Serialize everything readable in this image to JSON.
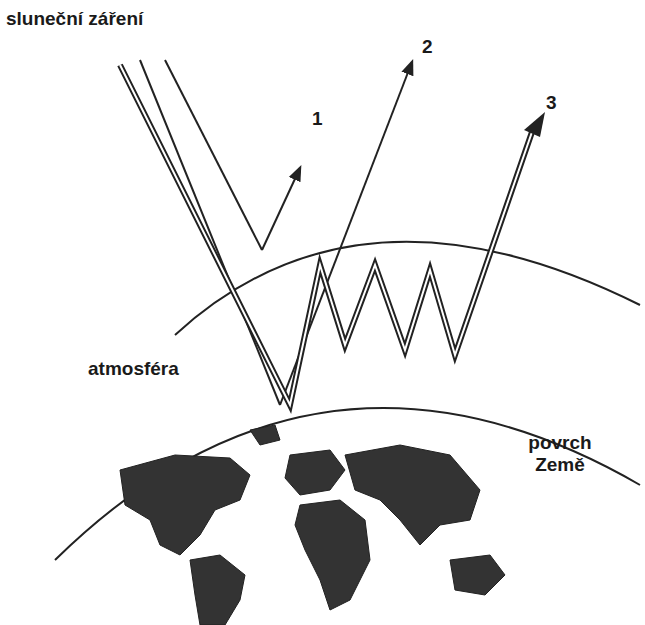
{
  "diagram": {
    "labels": [
      "sluneční záření",
      "1",
      "2",
      "3",
      "atmosféra",
      "povrch Země"
    ]
  }
}
